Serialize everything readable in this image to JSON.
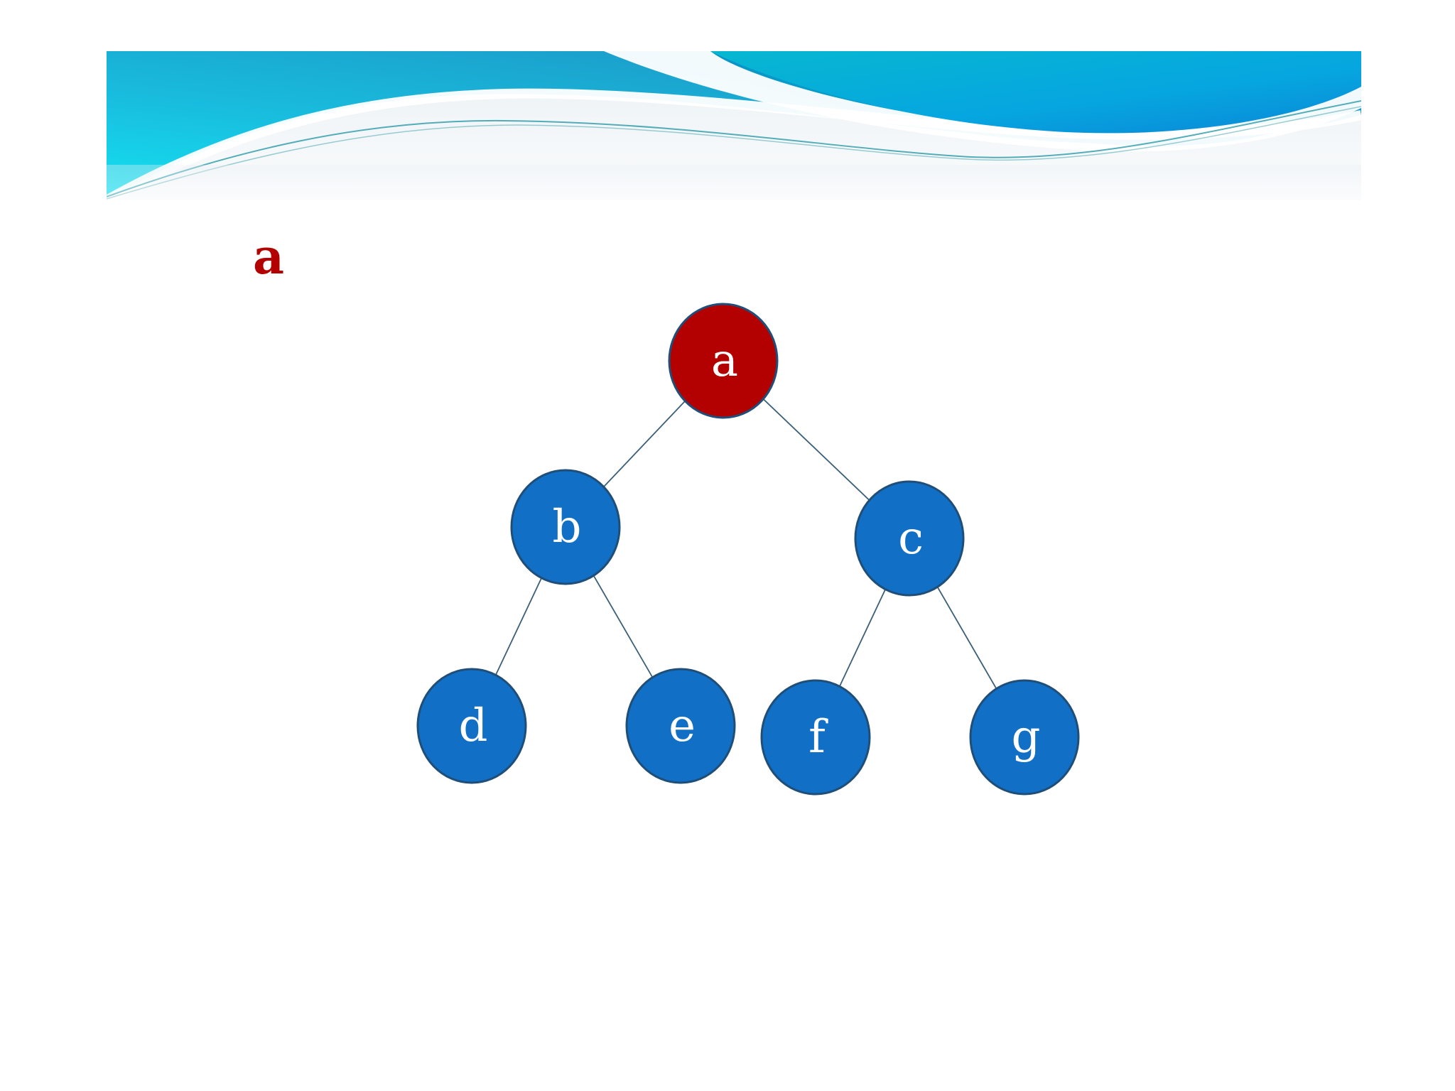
{
  "slide": {
    "caption": "a"
  },
  "tree": {
    "colors": {
      "highlight_node": "#b30000",
      "node": "#1170c6",
      "node_border": "#1f4e79",
      "edge": "#3a5f7a",
      "label": "#ffffff",
      "caption": "#b30000"
    },
    "nodes": [
      {
        "id": "a",
        "label": "a",
        "highlighted": true
      },
      {
        "id": "b",
        "label": "b",
        "highlighted": false
      },
      {
        "id": "c",
        "label": "c",
        "highlighted": false
      },
      {
        "id": "d",
        "label": "d",
        "highlighted": false
      },
      {
        "id": "e",
        "label": "e",
        "highlighted": false
      },
      {
        "id": "f",
        "label": "f",
        "highlighted": false
      },
      {
        "id": "g",
        "label": "g",
        "highlighted": false
      }
    ],
    "edges": [
      {
        "from": "a",
        "to": "b"
      },
      {
        "from": "a",
        "to": "c"
      },
      {
        "from": "b",
        "to": "d"
      },
      {
        "from": "b",
        "to": "e"
      },
      {
        "from": "c",
        "to": "f"
      },
      {
        "from": "c",
        "to": "g"
      }
    ]
  }
}
